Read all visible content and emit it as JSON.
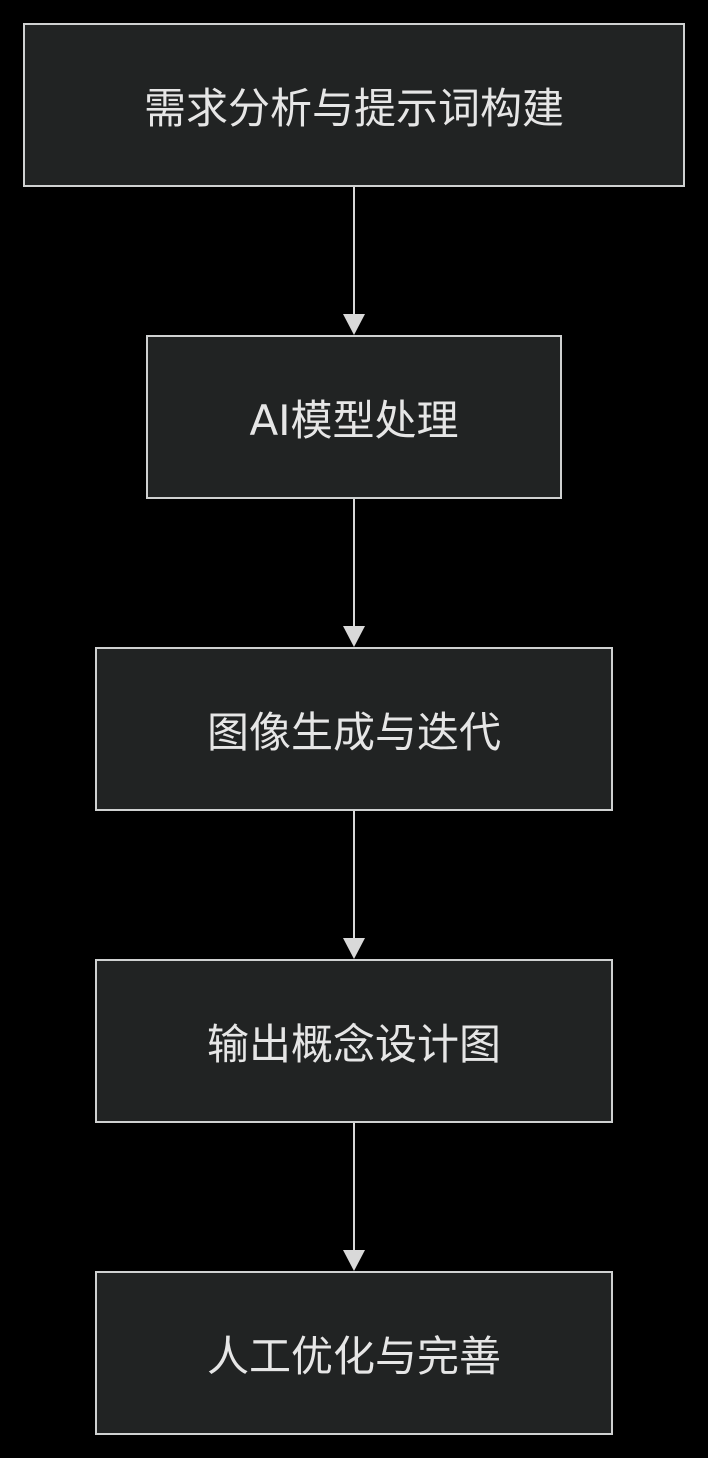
{
  "nodes": [
    {
      "label": "需求分析与提示词构建"
    },
    {
      "label": "AI模型处理"
    },
    {
      "label": "图像生成与迭代"
    },
    {
      "label": "输出概念设计图"
    },
    {
      "label": "人工优化与完善"
    }
  ],
  "colors": {
    "background": "#000000",
    "node_fill": "#212323",
    "node_border": "#cfd1d1",
    "text": "#e6e6e6",
    "edge": "#d9d9d9"
  }
}
